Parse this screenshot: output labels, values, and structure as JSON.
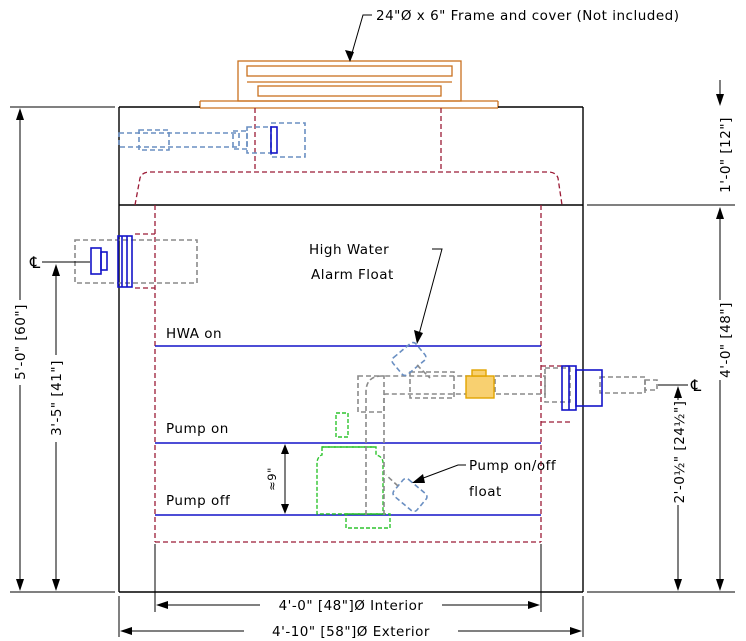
{
  "frame_note": "24\"Ø x 6\" Frame and cover (Not included)",
  "labels": {
    "hwa_float": [
      "High Water",
      "Alarm Float"
    ],
    "pump_float": [
      "Pump on/off",
      "float"
    ],
    "hwa_on": "HWA on",
    "pump_on": "Pump on",
    "pump_off": "Pump off"
  },
  "dimensions": {
    "overall_height": "5'-0\" [60\"]",
    "inlet_height": "3'-5\" [41\"]",
    "top_section": "1'-0\" [12\"]",
    "bottom_section": "4'-0\" [48\"]",
    "outlet_height": "2'-0½\" [24½\"]",
    "float_gap": "≈9\"",
    "interior": "4'-0\" [48\"]Ø Interior",
    "exterior": "4'-10\" [58\"]Ø Exterior"
  },
  "centerline_symbol": "℄",
  "colors": {
    "outline": "#000000",
    "basin": "#9b1b36",
    "level_lines": "#1414c8",
    "frame": "#c9711e",
    "pump": "#2ec42e",
    "piping": "#8a8a8a",
    "vent": "#6a8fc2",
    "valve": "#e2a400"
  }
}
